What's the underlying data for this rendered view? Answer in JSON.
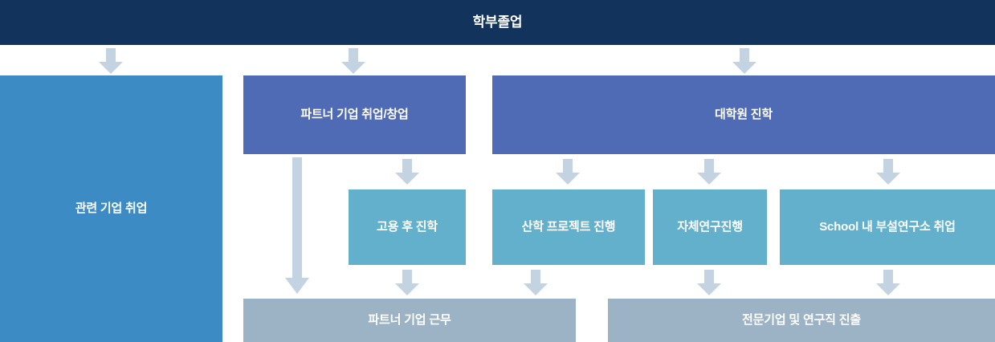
{
  "diagram": {
    "title": "학부졸업",
    "arrow_color": "#c3d3e2",
    "colors": {
      "title_bar": "#12335c",
      "indigo": "#4f6bb5",
      "steel_blue": "#3d8bc4",
      "teal": "#62b0cc",
      "gray_blue": "#9bb3c4"
    },
    "nodes": {
      "employment": "관련 기업 취업",
      "partner_startup": "파트너 기업 취업/창업",
      "grad_school": "대학원 진학",
      "hire_then_study": "고용 후 진학",
      "industry_project": "산학 프로젝트 진행",
      "own_research": "자체연구진행",
      "school_institute": "School 내 부설연구소 취업",
      "partner_work": "파트너 기업 근무",
      "professional_research": "전문기업 및 연구직 진출"
    }
  }
}
